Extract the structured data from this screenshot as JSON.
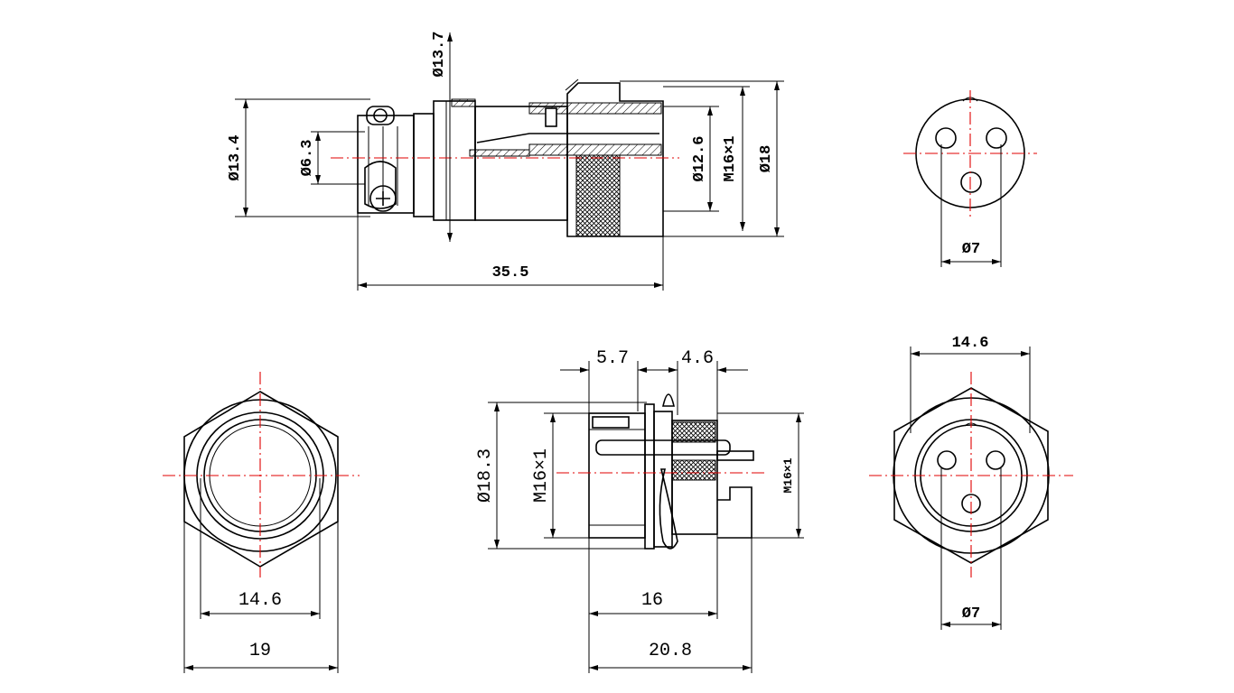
{
  "dimensions": {
    "top_side": {
      "d13_7": "Ø13.7",
      "d13_4": "Ø13.4",
      "d6_3": "Ø6.3",
      "d12_6": "Ø12.6",
      "m16x1": "M16×1",
      "d18": "Ø18",
      "len35_5": "35.5"
    },
    "top_end": {
      "d7": "Ø7"
    },
    "bottom_front": {
      "w14_6": "14.6",
      "w19": "19"
    },
    "bottom_side": {
      "l5_7": "5.7",
      "l4_6": "4.6",
      "d18_3": "Ø18.3",
      "m16x1_left": "M16×1",
      "m16x1_right": "M16×1",
      "l16": "16",
      "l20_8": "20.8"
    },
    "bottom_end": {
      "w14_6": "14.6",
      "d7": "Ø7"
    }
  },
  "colors": {
    "line": "#000000",
    "centerline": "#e00000",
    "background": "#ffffff"
  }
}
